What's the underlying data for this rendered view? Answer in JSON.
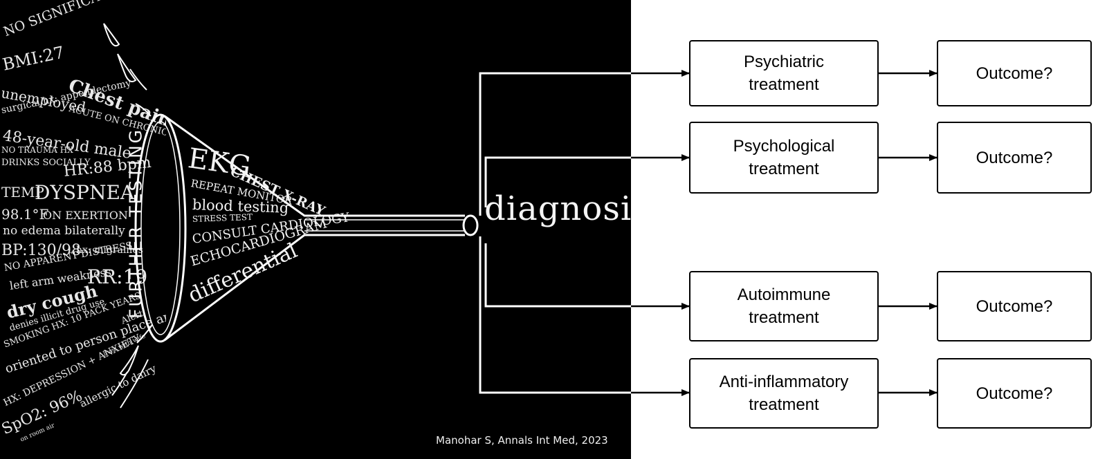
{
  "left_panel": {
    "notes": [
      "NO SIGNIFICANT FAMILY HX",
      "BMI:27",
      "Chest pain",
      "unemployed",
      "ACUTE ON CHRONIC",
      "surgical hx: appendectomy",
      "48-year-old male",
      "NO TRAUMA HX",
      "DRINKS SOCIALLY",
      "HR:88 bpm",
      "TEMP",
      "DYSPNEA",
      "98.1°F",
      "ON EXERTION",
      "no edema bilaterally",
      "BP:130/98",
      "hx: migraines",
      "NO APPARENT DISTRESS",
      "left arm weakness",
      "RR:19",
      "dry cough",
      "denies illicit drug use",
      "SMOKING HX: 10 PACK YEARS",
      "oriented to person place and time",
      "Alert",
      "HX: DEPRESSION + ANXIETY",
      "lives with wife",
      "SpO2: 96%",
      "on room air",
      "allergic to dairy"
    ],
    "cone_label": "FURTHER TESTING",
    "cone_words": [
      "EKG",
      "CHEST X-RAY",
      "REPEAT MONITOR",
      "blood testing",
      "STRESS TEST",
      "CONSULT CARDIOLOGY",
      "ECHOCARDIOGRAM",
      "differential"
    ],
    "result_label": "diagnosis",
    "citation": "Manohar S, Annals Int Med, 2023"
  },
  "treatments": [
    {
      "line1": "Psychiatric",
      "line2": "treatment",
      "outcome": "Outcome?"
    },
    {
      "line1": "Psychological",
      "line2": "treatment",
      "outcome": "Outcome?"
    },
    {
      "line1": "Autoimmune",
      "line2": "treatment",
      "outcome": "Outcome?"
    },
    {
      "line1": "Anti-inflammatory",
      "line2": "treatment",
      "outcome": "Outcome?"
    }
  ]
}
